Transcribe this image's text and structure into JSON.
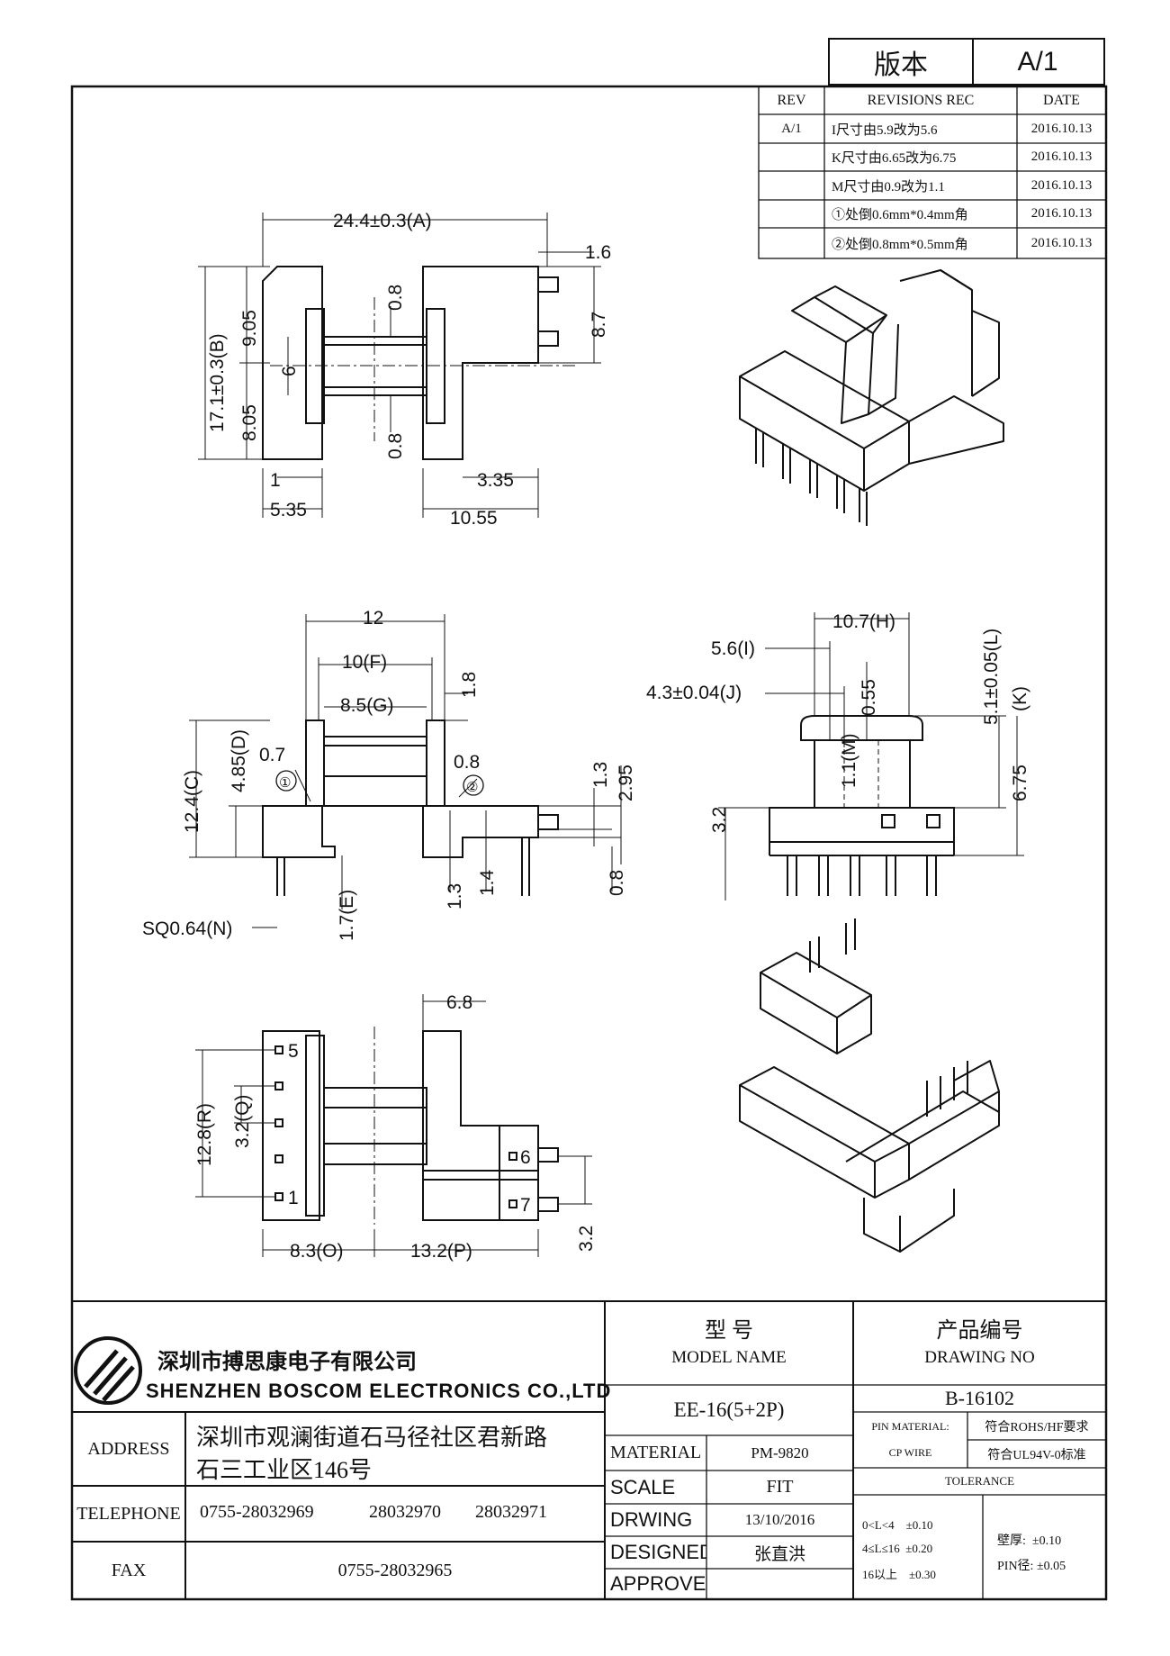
{
  "version_box": {
    "label": "版本",
    "value": "A/1"
  },
  "revisions": {
    "headers": {
      "rev": "REV",
      "rec": "REVISIONS REC",
      "date": "DATE"
    },
    "rows": [
      {
        "rev": "A/1",
        "rec": "I尺寸由5.9改为5.6",
        "date": "2016.10.13"
      },
      {
        "rev": "",
        "rec": "K尺寸由6.65改为6.75",
        "date": "2016.10.13"
      },
      {
        "rev": "",
        "rec": "M尺寸由0.9改为1.1",
        "date": "2016.10.13"
      },
      {
        "rev": "",
        "rec": "①处倒0.6mm*0.4mm角",
        "date": "2016.10.13"
      },
      {
        "rev": "",
        "rec": "②处倒0.8mm*0.5mm角",
        "date": "2016.10.13"
      }
    ]
  },
  "dims_top": {
    "a": "24.4±0.3(A)",
    "b": "17.1±0.3(B)",
    "h905": "9.05",
    "h805": "8.05",
    "d6": "6",
    "d08a": "0.8",
    "d08b": "0.8",
    "d16": "1.6",
    "d87": "8.7",
    "d1": "1",
    "d535": "5.35",
    "d335": "3.35",
    "d1055": "10.55"
  },
  "dims_mid": {
    "d12": "12",
    "f": "10(F)",
    "g": "8.5(G)",
    "d18": "1.8",
    "d07": "0.7",
    "d08": "0.8",
    "c": "12.4(C)",
    "d": "4.85(D)",
    "d13a": "1.3",
    "d295": "2.95",
    "d13b": "1.3",
    "d14": "1.4",
    "d08c": "0.8",
    "e": "1.7(E)",
    "n": "SQ0.64(N)",
    "circle1": "①",
    "circle2": "②"
  },
  "dims_right": {
    "h": "10.7(H)",
    "i": "5.6(I)",
    "j": "4.3±0.04(J)",
    "d055": "0.55",
    "l": "5.1±0.05(L)",
    "k": "(K)",
    "m": "1.1(M)",
    "d675": "6.75",
    "d32": "3.2"
  },
  "dims_bottom": {
    "d68": "6.8",
    "r": "12.8(R)",
    "q": "3.2(Q)",
    "o": "8.3(O)",
    "p": "13.2(P)",
    "d32": "3.2",
    "pins": [
      "5",
      "1",
      "6",
      "7"
    ]
  },
  "company": {
    "name_cn": "深圳市搏思康电子有限公司",
    "name_en": "SHENZHEN BOSCOM ELECTRONICS CO.,LTD",
    "address_label": "ADDRESS",
    "address_line1": "深圳市观澜街道石马径社区君新路",
    "address_line2": "石三工业区146号",
    "telephone_label": "TELEPHONE",
    "tel1": "0755-28032969",
    "tel2": "28032970",
    "tel3": "28032971",
    "fax_label": "FAX",
    "fax": "0755-28032965"
  },
  "title_block": {
    "model_cn": "型    号",
    "model_en": "MODEL NAME",
    "model_value": "EE-16(5+2P)",
    "drawing_cn": "产品编号",
    "drawing_en": "DRAWING NO",
    "drawing_value": "B-16102",
    "material_label": "MATERIAL",
    "material_value": "PM-9820",
    "scale_label": "SCALE",
    "scale_value": "FIT",
    "drwing_label": "DRWING",
    "drwing_value": "13/10/2016",
    "designed_label": "DESIGNED",
    "designed_value": "张直洪",
    "approved_label": "APPROVED",
    "pin_material_label": "PIN MATERIAL:",
    "pin_material_value": "CP WIRE",
    "rohs": "符合ROHS/HF要求",
    "ul": "符合UL94V-0标准",
    "tolerance_label": "TOLERANCE",
    "tol1": "0<L<4    ±0.10",
    "tol2": "4≤L≤16  ±0.20",
    "tol3": "16以上    ±0.30",
    "wall": "壁厚:  ±0.10",
    "pin_dia": "PIN径: ±0.05"
  }
}
